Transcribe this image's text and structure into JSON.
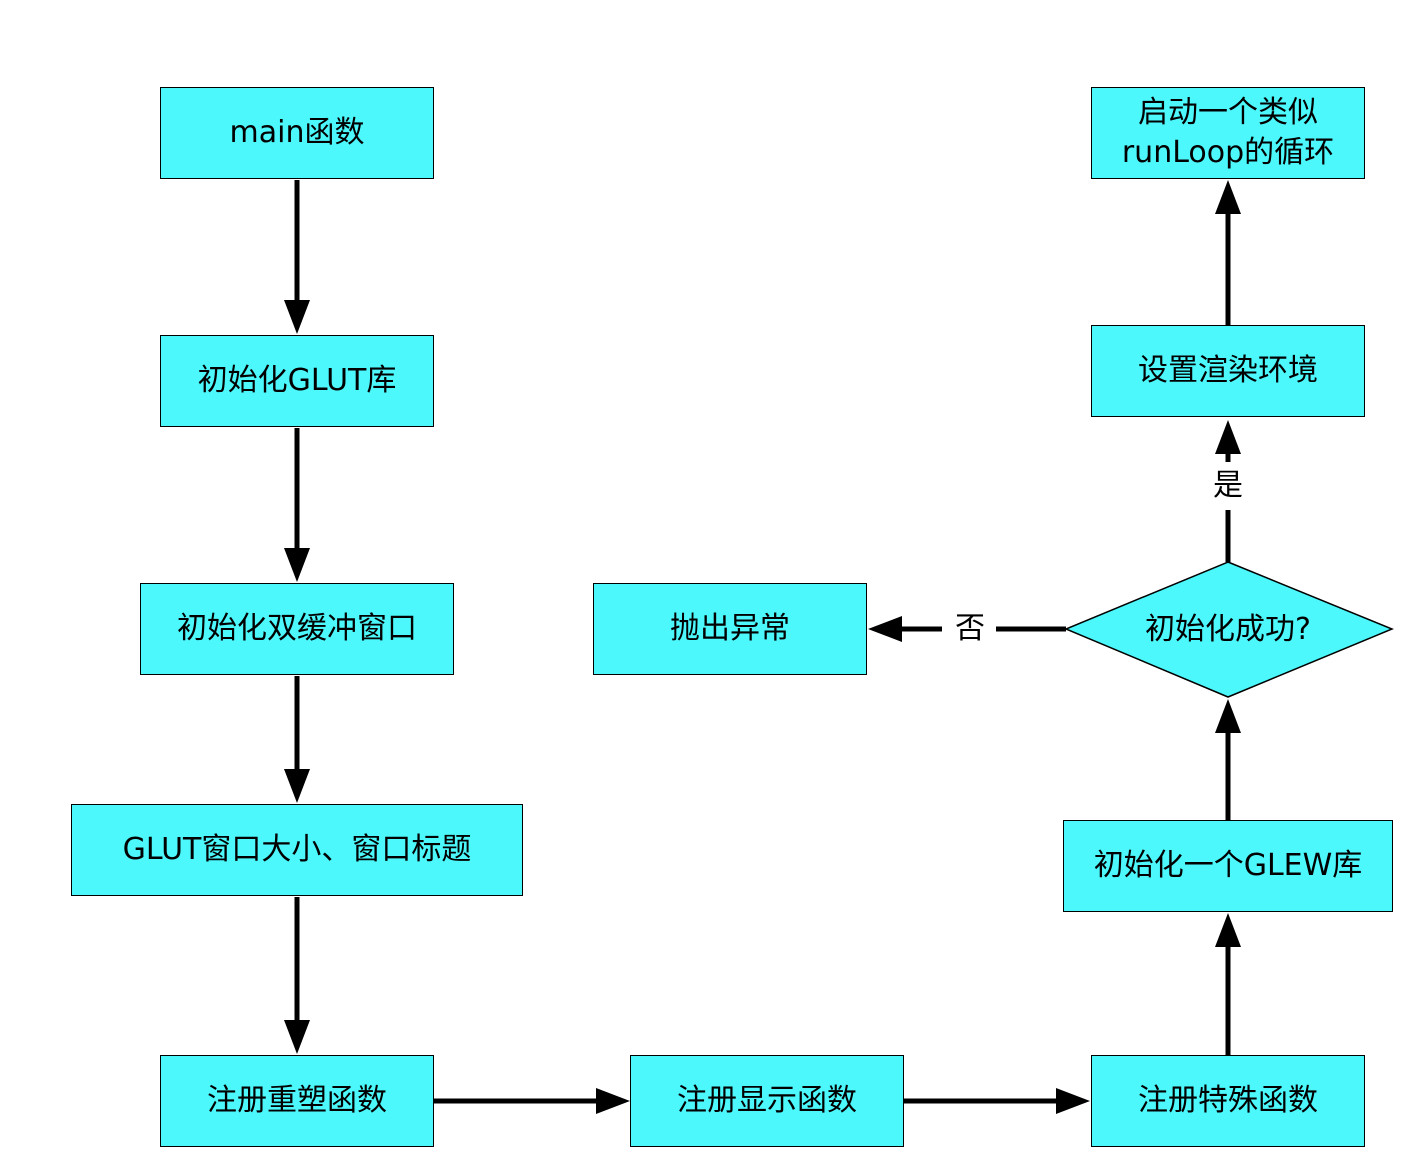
{
  "diagram": {
    "nodes": {
      "main": "main函数",
      "init_glut": "初始化GLUT库",
      "init_double_buffer": "初始化双缓冲窗口",
      "window_size_title": "GLUT窗口大小、窗口标题",
      "register_reshape": "注册重塑函数",
      "register_display": "注册显示函数",
      "register_special": "注册特殊函数",
      "init_glew": "初始化一个GLEW库",
      "init_success": "初始化成功?",
      "throw_exception": "抛出异常",
      "setup_render_env": "设置渲染环境",
      "start_runloop": "启动一个类似\nrunLoop的循环"
    },
    "edge_labels": {
      "yes": "是",
      "no": "否"
    },
    "colors": {
      "node_fill": "#4cf8fc",
      "stroke": "#000000",
      "background": "#ffffff"
    }
  }
}
